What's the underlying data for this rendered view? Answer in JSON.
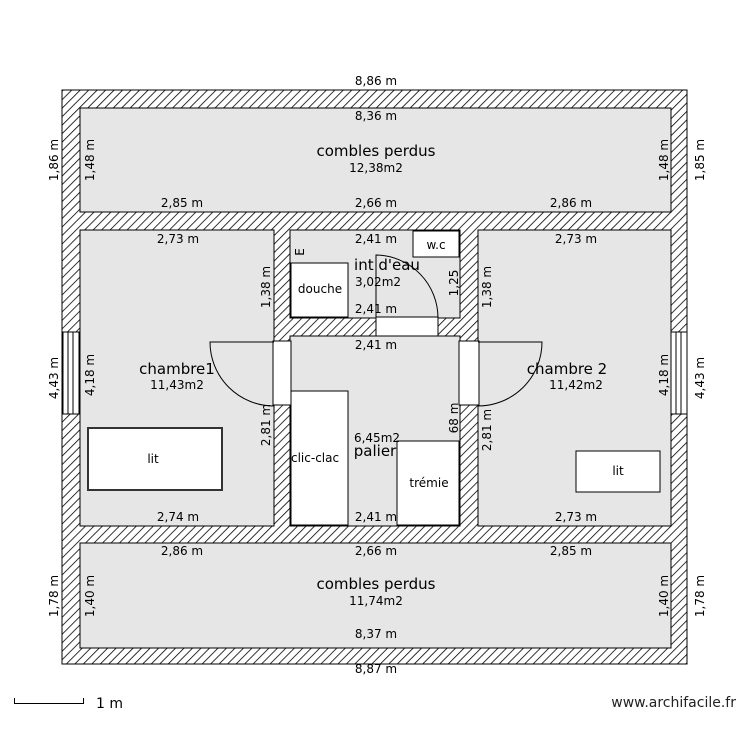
{
  "dims": {
    "outer_width_top": "8,86 m",
    "outer_width_bottom": "8,87 m",
    "inner_width_top": "8,36 m",
    "inner_width_bottom": "8,37 m",
    "top_attic_h_left_outer": "1,86 m",
    "top_attic_h_left_inner": "1,48 m",
    "top_attic_h_right_inner": "1,48 m",
    "top_attic_h_right_outer": "1,85 m",
    "top_seg_left": "2,85 m",
    "top_seg_mid": "2,66 m",
    "top_seg_right": "2,86 m",
    "ch1_top": "2,73 m",
    "ch1_height": "4,18 m",
    "ch1_outer_height": "4,43 m",
    "ch1_right": "2,81 m",
    "ch1_bottom": "2,74 m",
    "ch2_top": "2,73 m",
    "ch2_height": "4,18 m",
    "ch2_outer_height": "4,43 m",
    "ch2_left": "2,81 m",
    "ch2_bottom": "2,73 m",
    "sdb_top": "2,41 m",
    "sdb_left": "1,38 m",
    "sdb_right_a": "1,25",
    "sdb_right_b": "1,38 m",
    "sdb_bottom": "2,41 m",
    "palier_top": "2,41 m",
    "palier_bottom": "2,41 m",
    "palier_small": "68 m",
    "sdb_e_mark": "E",
    "bot_seg_left": "2,86 m",
    "bot_seg_mid": "2,66 m",
    "bot_seg_right": "2,85 m",
    "bot_attic_h_left_outer": "1,78 m",
    "bot_attic_h_left_inner": "1,40 m",
    "bot_attic_h_right_inner": "1,40 m",
    "bot_attic_h_right_outer": "1,78 m"
  },
  "rooms": {
    "combles_top": {
      "name": "combles perdus",
      "area": "12,38m2"
    },
    "chambre1": {
      "name": "chambre1",
      "area": "11,43m2"
    },
    "salle_eau": {
      "name": "int d'eau",
      "area": "3,02m2"
    },
    "chambre2": {
      "name": "chambre 2",
      "area": "11,42m2"
    },
    "palier": {
      "name": "palier",
      "area": "6,45m2"
    },
    "combles_bottom": {
      "name": "combles perdus",
      "area": "11,74m2"
    }
  },
  "furniture": {
    "douche": "douche",
    "wc": "w.c",
    "lit1": "lit",
    "lit2": "lit",
    "clic_clac": "clic-clac",
    "tremie": "trémie"
  },
  "scale": {
    "label": "1 m"
  },
  "credit": "www.archifacile.fr",
  "colors": {
    "room_fill": "#e6e6e6",
    "wall_fill": "#ffffff",
    "wall_hatch": "#000000"
  }
}
